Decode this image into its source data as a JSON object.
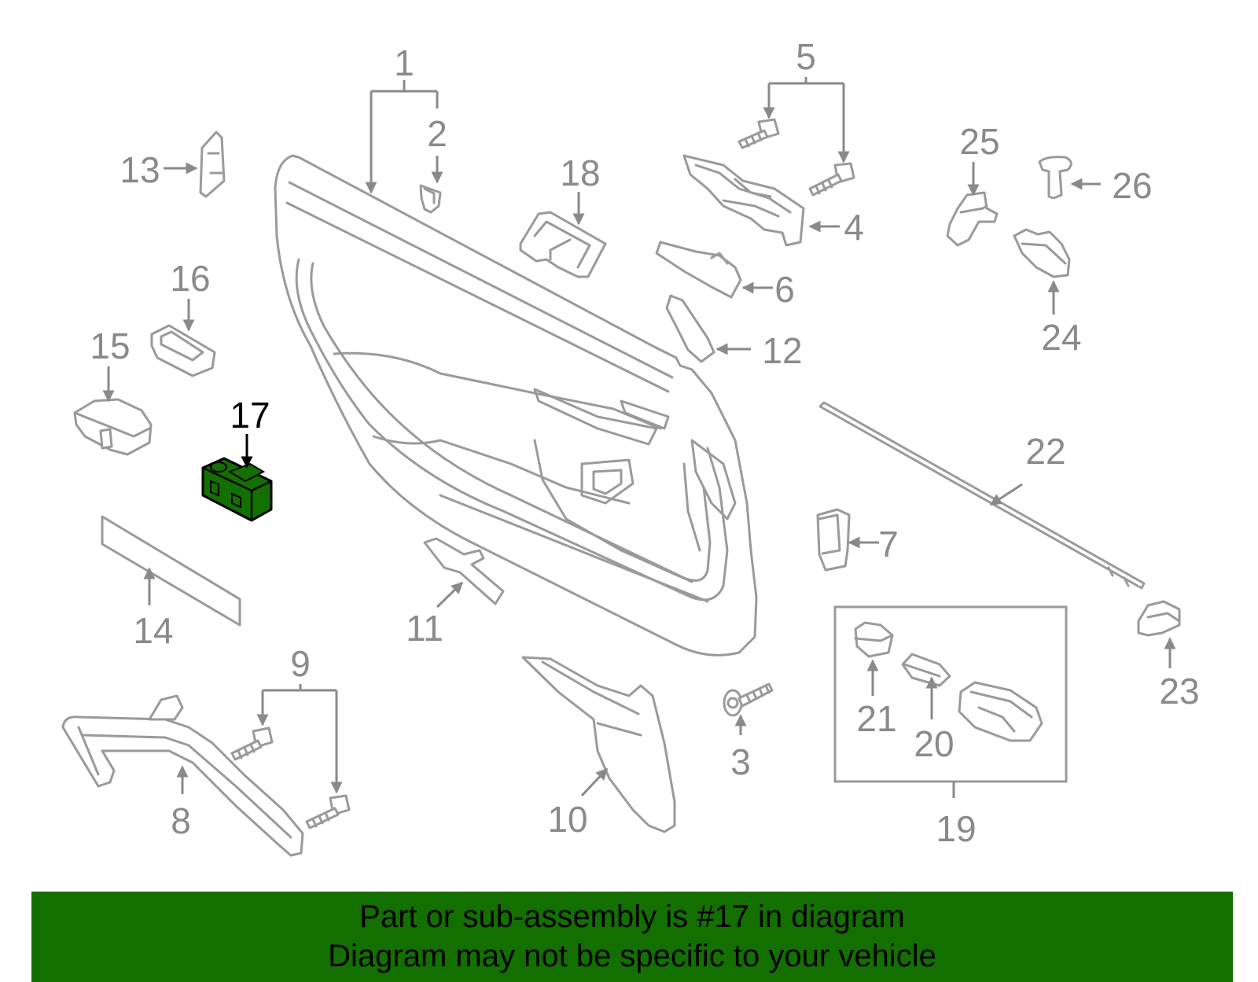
{
  "diagram": {
    "highlight_part": "17",
    "highlight_color": "#136f00",
    "line_color": "#9a9a9a",
    "labels": [
      {
        "id": "1",
        "text": "1"
      },
      {
        "id": "2",
        "text": "2"
      },
      {
        "id": "3",
        "text": "3"
      },
      {
        "id": "4",
        "text": "4"
      },
      {
        "id": "5",
        "text": "5"
      },
      {
        "id": "6",
        "text": "6"
      },
      {
        "id": "7",
        "text": "7"
      },
      {
        "id": "8",
        "text": "8"
      },
      {
        "id": "9",
        "text": "9"
      },
      {
        "id": "10",
        "text": "10"
      },
      {
        "id": "11",
        "text": "11"
      },
      {
        "id": "12",
        "text": "12"
      },
      {
        "id": "13",
        "text": "13"
      },
      {
        "id": "14",
        "text": "14"
      },
      {
        "id": "15",
        "text": "15"
      },
      {
        "id": "16",
        "text": "16"
      },
      {
        "id": "17",
        "text": "17"
      },
      {
        "id": "18",
        "text": "18"
      },
      {
        "id": "19",
        "text": "19"
      },
      {
        "id": "20",
        "text": "20"
      },
      {
        "id": "21",
        "text": "21"
      },
      {
        "id": "22",
        "text": "22"
      },
      {
        "id": "23",
        "text": "23"
      },
      {
        "id": "24",
        "text": "24"
      },
      {
        "id": "25",
        "text": "25"
      },
      {
        "id": "26",
        "text": "26"
      }
    ]
  },
  "banner": {
    "line1": "Part or sub-assembly is #17 in diagram",
    "line2": "Diagram may not be specific to your vehicle",
    "color": "#136f00"
  }
}
